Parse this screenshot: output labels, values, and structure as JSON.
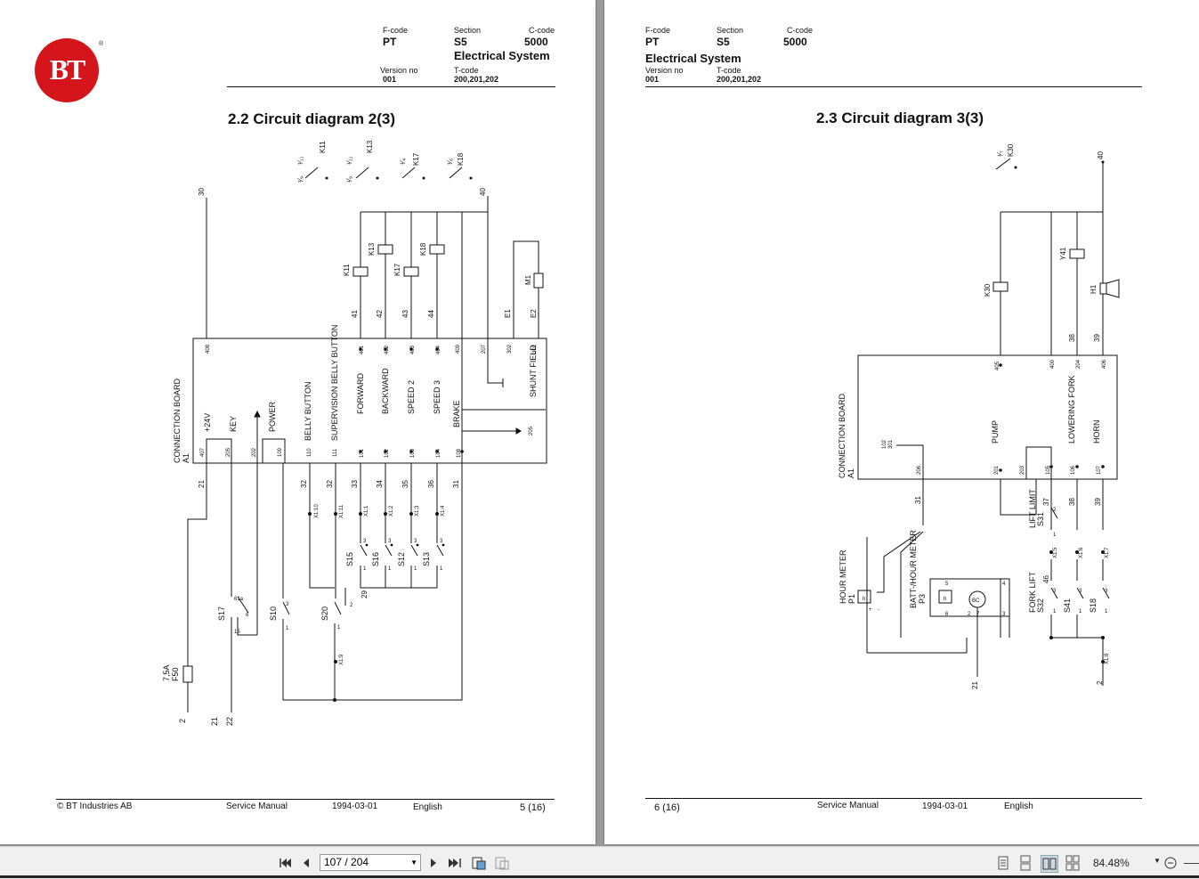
{
  "left_page": {
    "header": {
      "fcode_label": "F-code",
      "fcode_value": "PT",
      "section_label": "Section",
      "section_value": "S5",
      "ccode_label": "C-code",
      "ccode_value": "5000",
      "system": "Electrical System",
      "version_label": "Version no",
      "version_value": "001",
      "tcode_label": "T-code",
      "tcode_value": "200,201,202"
    },
    "logo_text": "BT",
    "logo_reg": "®",
    "title": "2.2  Circuit diagram 2(3)",
    "footer": {
      "copyright": "© BT Industries AB",
      "manual": "Service Manual",
      "date": "1994-03-01",
      "language": "English",
      "page": "5 (16)"
    },
    "diagram": {
      "relay_contacts": [
        "K11",
        "K13",
        "K17",
        "K18"
      ],
      "relay_contact_refs": [
        "¹⁄₁₁",
        "¹⁄₁₁",
        "¹⁄₄",
        "¹⁄₆"
      ],
      "relay_contact_subrefs": [
        "¹⁄₉",
        "¹⁄₉"
      ],
      "coils": [
        "K11",
        "K13",
        "K17",
        "K18"
      ],
      "motor": "M1",
      "wires_top": [
        "30",
        "40"
      ],
      "wires_mid": [
        "41",
        "42",
        "43",
        "44",
        "E1",
        "E2"
      ],
      "board_pins_top": [
        "408",
        "401",
        "402",
        "403",
        "404",
        "409",
        "207",
        "302",
        "301"
      ],
      "board_pins_bottom": [
        "407",
        "205",
        "202",
        "109",
        "110",
        "111",
        "101",
        "102",
        "103",
        "104",
        "108"
      ],
      "board_label": "CONNECTION BOARD",
      "board_ref": "A1",
      "functions": [
        "+24V",
        "KEY",
        "POWER",
        "BELLY BUTTON",
        "SUPERVISION BELLY BUTTON",
        "FORWARD",
        "BACKWARD",
        "SPEED 2",
        "SPEED 3",
        "BRAKE",
        "SHUNT FIELD"
      ],
      "brake_ref": "205",
      "wires_bottom": [
        "21",
        "32",
        "32",
        "33",
        "34",
        "35",
        "36",
        "31"
      ],
      "connectors": [
        "X1:10",
        "X1:11",
        "X1:1",
        "X1:2",
        "X1:3",
        "X1:4",
        "X1:9"
      ],
      "switches": [
        "S15",
        "S16",
        "S12",
        "S13",
        "S17",
        "S10",
        "S20"
      ],
      "switch_pins": [
        "1",
        "3",
        "15",
        "61a",
        "8",
        "2",
        "29"
      ],
      "fuse": "F50",
      "fuse_rating": "7,5A",
      "end_wires": [
        "2",
        "21",
        "22"
      ]
    }
  },
  "right_page": {
    "header": {
      "fcode_label": "F-code",
      "fcode_value": "PT",
      "section_label": "Section",
      "section_value": "S5",
      "ccode_label": "C-code",
      "ccode_value": "5000",
      "system": "Electrical System",
      "version_label": "Version no",
      "version_value": "001",
      "tcode_label": "T-code",
      "tcode_value": "200,201,202"
    },
    "title": "2.3  Circuit diagram 3(3)",
    "footer": {
      "page": "6 (16)",
      "manual": "Service Manual",
      "date": "1994-03-01",
      "language": "English"
    },
    "diagram": {
      "relay_contact": "K30",
      "relay_contact_ref": "¹⁄₇",
      "coils": [
        "K30",
        "Y41"
      ],
      "horn": "H1",
      "wire_top": "40",
      "wires_mid": [
        "38",
        "39"
      ],
      "board_pins_top": [
        "405",
        "400",
        "204",
        "406"
      ],
      "board_pins_bottom": [
        "206",
        "201",
        "203",
        "105",
        "106",
        "107"
      ],
      "board_label": "CONNECTION BOARD",
      "board_ref": "A1",
      "ref_pins": [
        "102",
        "301"
      ],
      "functions": [
        "PUMP",
        "LOWERING FORK",
        "HORN"
      ],
      "wires_bottom": [
        "31",
        "37",
        "38",
        "39",
        "46",
        "21",
        "2"
      ],
      "connectors": [
        "X1:5",
        "X1:6",
        "X1:7",
        "X1:8"
      ],
      "labels": [
        "LIFT LIMIT",
        "FORK LIFT",
        "HOUR METER",
        "BATT-/HOUR METER"
      ],
      "devices": [
        "S31",
        "S32",
        "S41",
        "S18",
        "P1",
        "P3"
      ],
      "dev_pins": [
        "1",
        "2",
        "3",
        "4",
        "5",
        "6",
        "7",
        "+",
        "-",
        "h",
        "BC"
      ]
    }
  },
  "toolbar": {
    "page_field": "107 / 204",
    "zoom": "84.48%",
    "icons": [
      "first-page-icon",
      "prev-page-icon",
      "next-page-icon",
      "last-page-icon",
      "fit-page-icon",
      "fit-width-icon",
      "single-page-icon",
      "continuous-icon",
      "two-page-icon",
      "two-page-continuous-icon",
      "zoom-out-icon"
    ]
  }
}
